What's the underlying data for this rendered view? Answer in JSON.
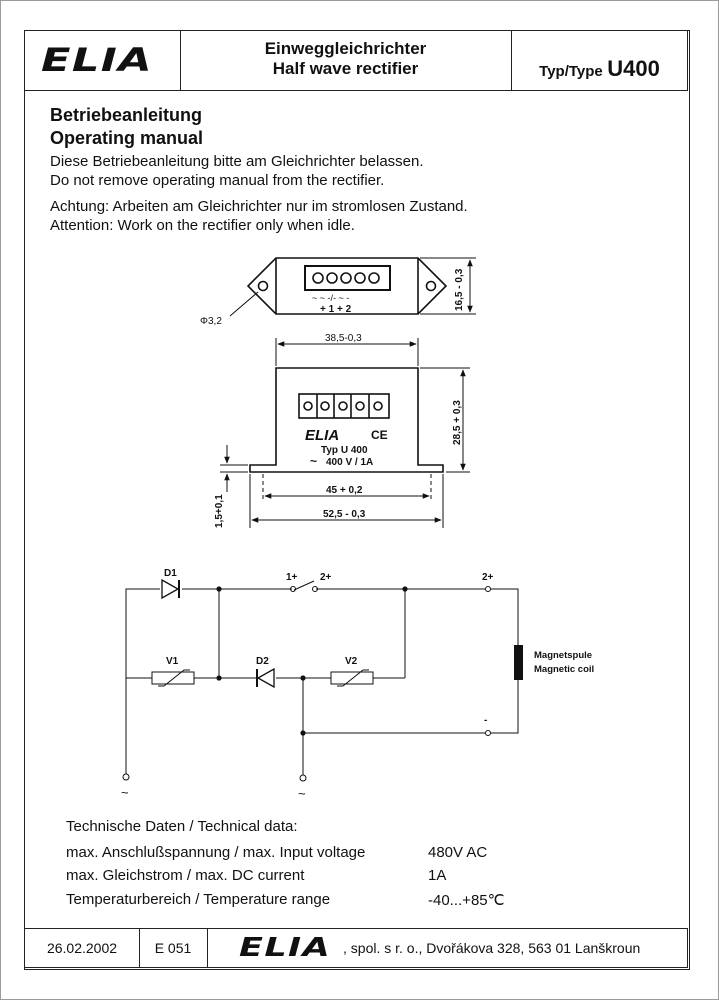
{
  "header": {
    "logo": "ELIA",
    "title_de": "Einweggleichrichter",
    "title_en": "Half wave rectifier",
    "type_label": "Typ/Type",
    "type_value": "U400"
  },
  "intro": {
    "title_de": "Betriebeanleitung",
    "title_en": "Operating manual",
    "line1": "Diese Betriebeanleitung bitte am Gleichrichter belassen.",
    "line2": "Do not remove operating manual from the rectifier.",
    "line3": "Achtung: Arbeiten am Gleichrichter nur im stromlosen Zustand.",
    "line4": "Attention: Work on the rectifier only when idle."
  },
  "drawing": {
    "dim_height_top": "16,5 - 0,3",
    "hole_dia": "Φ3,2",
    "terminal_label": "+ 1 + 2",
    "terminal_symbols": "~ ~ -/- ~ -",
    "dim_width_body": "38,5-0,3",
    "dim_height_body": "28,5 + 0,3",
    "dim_hole_spacing": "45 + 0,2",
    "dim_total_width": "52,5  - 0,3",
    "dim_flange": "1,5+0,1",
    "body_logo": "ELIA",
    "body_ce": "CE",
    "body_type": "Typ U 400",
    "body_rating": "400 V / 1A",
    "body_rating_symbol": "~"
  },
  "circuit": {
    "d1": "D1",
    "d2": "D2",
    "v1": "V1",
    "v2": "V2",
    "t1": "1+",
    "t2": "2+",
    "out_plus": "2+",
    "out_minus": "-",
    "coil_de": "Magnetspule",
    "coil_en": "Magnetic coil",
    "ac1": "~",
    "ac2": "~"
  },
  "specs": {
    "title": "Technische Daten / Technical data:",
    "rows": [
      {
        "label": "max. Anschlußspannung / max. Input voltage",
        "value": "480V AC"
      },
      {
        "label": "max. Gleichstrom / max. DC current",
        "value": "1A"
      },
      {
        "label": "Temperaturbereich / Temperature range",
        "value": "-40...+85℃"
      }
    ]
  },
  "footer": {
    "date": "26.02.2002",
    "code": "E 051",
    "logo": "ELIA",
    "company": ", spol. s r. o., Dvořákova 328, 563 01 Lanškroun"
  }
}
